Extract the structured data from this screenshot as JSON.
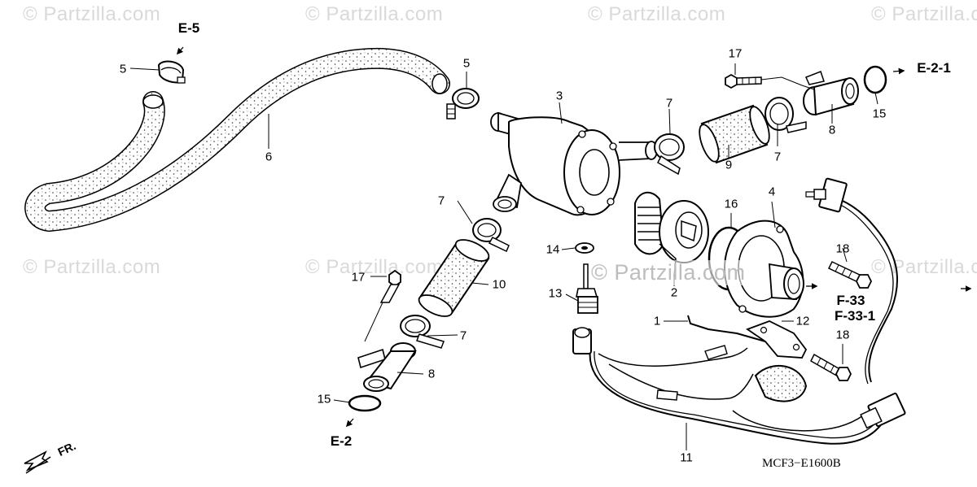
{
  "watermark_text": "© Partzilla.com",
  "center_watermark_text": "© Partzilla.com",
  "diagram_code": "MCF3−E1600B",
  "front_marker": "FR.",
  "part_labels": [
    {
      "id": "p5a",
      "text": "5"
    },
    {
      "id": "p5b",
      "text": "5"
    },
    {
      "id": "p6",
      "text": "6"
    },
    {
      "id": "p3",
      "text": "3"
    },
    {
      "id": "p7a",
      "text": "7"
    },
    {
      "id": "p7b",
      "text": "7"
    },
    {
      "id": "p7c",
      "text": "7"
    },
    {
      "id": "p7d",
      "text": "7"
    },
    {
      "id": "p9",
      "text": "9"
    },
    {
      "id": "p17a",
      "text": "17"
    },
    {
      "id": "p17b",
      "text": "17"
    },
    {
      "id": "p8a",
      "text": "8"
    },
    {
      "id": "p8b",
      "text": "8"
    },
    {
      "id": "p15a",
      "text": "15"
    },
    {
      "id": "p15b",
      "text": "15"
    },
    {
      "id": "p4",
      "text": "4"
    },
    {
      "id": "p16",
      "text": "16"
    },
    {
      "id": "p18a",
      "text": "18"
    },
    {
      "id": "p18b",
      "text": "18"
    },
    {
      "id": "p14",
      "text": "14"
    },
    {
      "id": "p13",
      "text": "13"
    },
    {
      "id": "p10",
      "text": "10"
    },
    {
      "id": "p1",
      "text": "1"
    },
    {
      "id": "p2",
      "text": "2"
    },
    {
      "id": "p12",
      "text": "12"
    },
    {
      "id": "p11",
      "text": "11"
    }
  ],
  "reference_labels": [
    {
      "id": "e5",
      "text": "E-5"
    },
    {
      "id": "e21",
      "text": "E-2-1"
    },
    {
      "id": "e2",
      "text": "E-2"
    },
    {
      "id": "f33",
      "text": "F-33"
    },
    {
      "id": "f331",
      "text": "F-33-1"
    }
  ]
}
